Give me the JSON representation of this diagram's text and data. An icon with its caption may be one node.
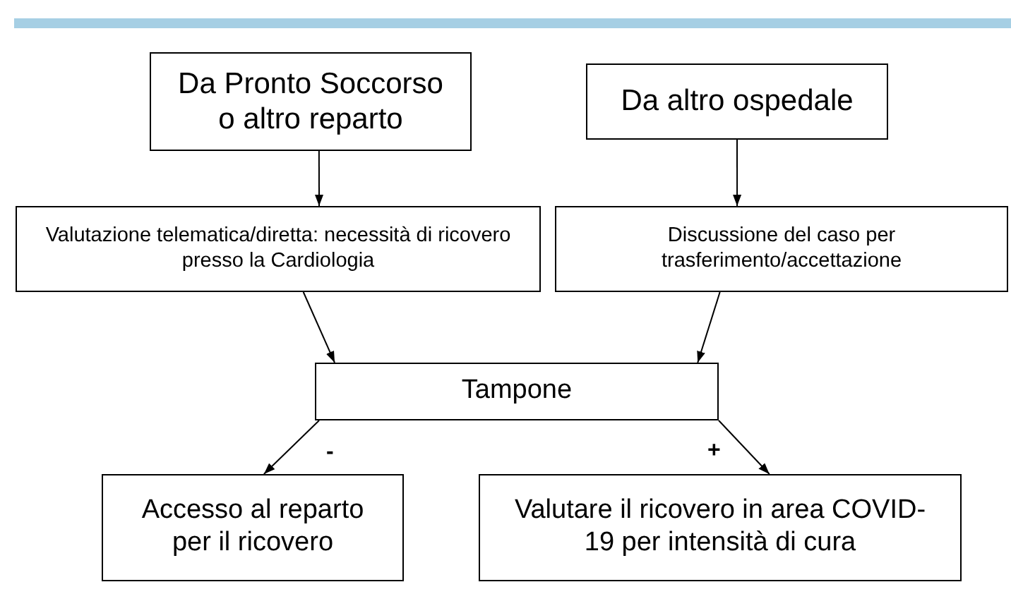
{
  "diagram": {
    "nodes": [
      {
        "text": [
          "Da Pronto Soccorso o altro reparto"
        ]
      },
      {
        "text": [
          "Da altro ospedale"
        ]
      },
      {
        "text": [
          "Valutazione telematica/diretta: necessità di ricovero presso la Cardiologia"
        ]
      },
      {
        "text": [
          "Discussione del caso per trasferimento/accettazione"
        ]
      },
      {
        "text": [
          "Tampone"
        ]
      },
      {
        "text": [
          "Accesso al reparto per il ricovero"
        ]
      },
      {
        "text": [
          "Valutare il ricovero in area COVID-19 per intensità di cura"
        ]
      }
    ],
    "edges": [
      {
        "from": 0,
        "to": 2,
        "arrow": "to"
      },
      {
        "from": 1,
        "to": 3,
        "arrow": "to"
      },
      {
        "from": 2,
        "to": 4,
        "arrow": "to"
      },
      {
        "from": 3,
        "to": 4,
        "arrow": "to"
      },
      {
        "from": 4,
        "to": 5,
        "arrow": "to",
        "label": "-"
      },
      {
        "from": 4,
        "to": 6,
        "arrow": "to",
        "label": "+"
      }
    ]
  }
}
